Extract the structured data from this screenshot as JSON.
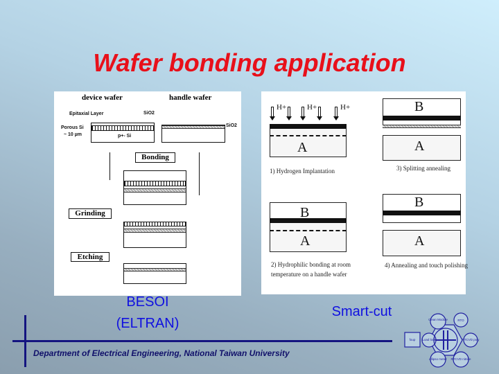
{
  "title": "Wafer bonding application",
  "left_figure": {
    "device_wafer": "device wafer",
    "handle_wafer": "handle wafer",
    "epitaxial_layer": "Epitaxial Layer",
    "sio2_left": "SiO2",
    "sio2_right": "SiO2",
    "porous_si": "Porous Si",
    "thickness": "~ 10 µm",
    "substrate": "p+- Si",
    "steps": [
      "Bonding",
      "Grinding",
      "Etching"
    ]
  },
  "right_figure": {
    "ion_labels": [
      "H+",
      "H+",
      "H+"
    ],
    "layer_a": "A",
    "layer_b": "B",
    "captions": [
      "1) Hydrogen Implantation",
      "3) Splitting annealing",
      "2) Hydrophilic bonding at room",
      "temperature on a  handle wafer",
      "4) Annealing and touch polishing"
    ]
  },
  "left_caption": [
    "BESOI",
    "(ELTRAN)"
  ],
  "right_caption": "Smart-cut",
  "footer": "Department of Electrical Engineering, National Taiwan University",
  "logo": [
    "Clean Module",
    "RTO",
    "RTCVD poly",
    "RTCVD nitride",
    "ellipso meter",
    "Load lock",
    "foup"
  ],
  "colors": {
    "title": "#e8101a",
    "caption": "#1010e0",
    "footer": "#10106a"
  }
}
